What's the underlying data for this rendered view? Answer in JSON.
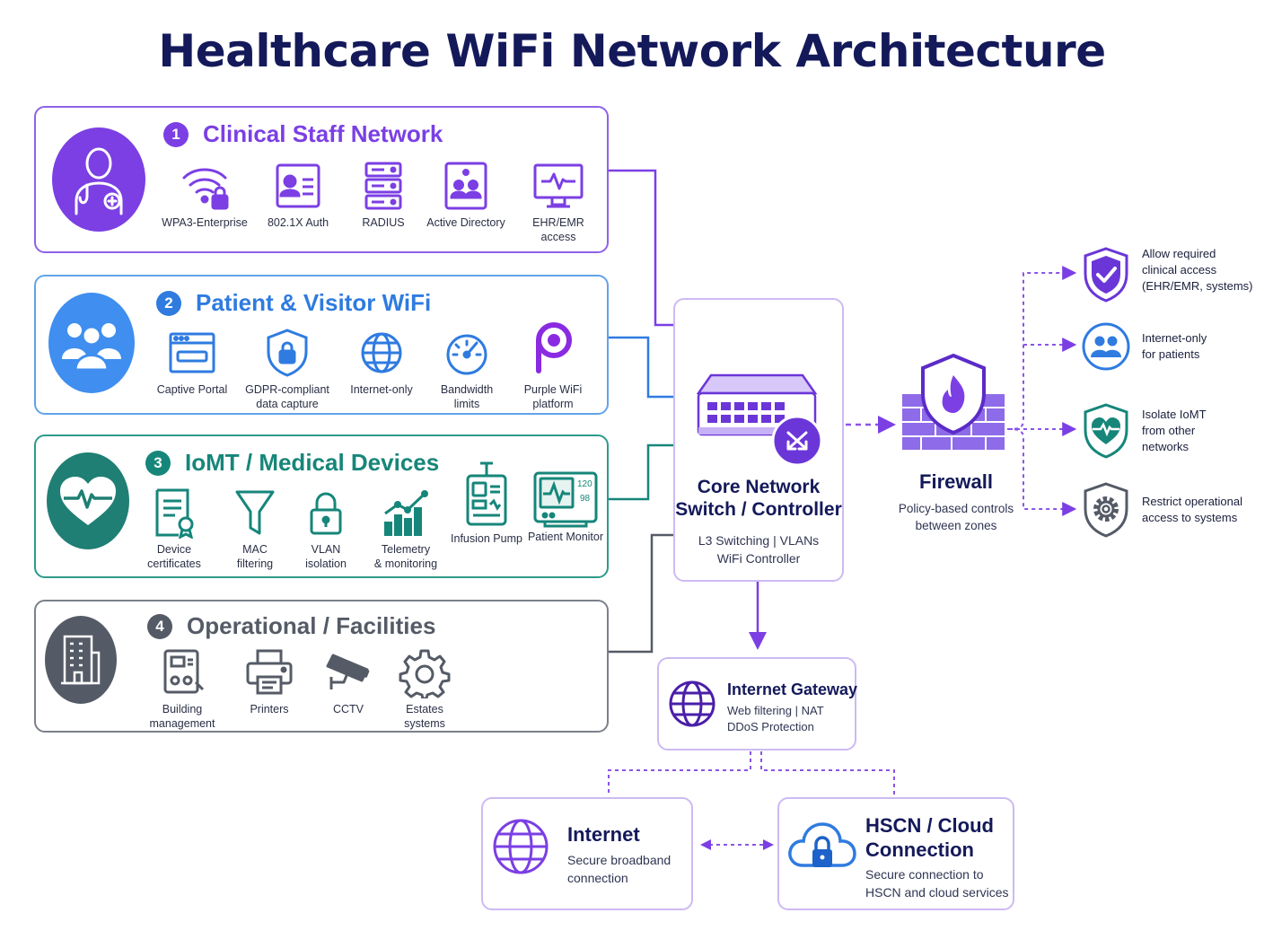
{
  "title": "Healthcare WiFi Network Architecture",
  "colors": {
    "purple": "#7b3fe4",
    "blue": "#2f7be0",
    "teal": "#16867a",
    "gray": "#555b66",
    "navy": "#14195a",
    "dashed_accent": "#8b53e8"
  },
  "zones": [
    {
      "number": "1",
      "title": "Clinical Staff Network",
      "avatar_icon": "doctor-icon",
      "features": [
        {
          "label": "WPA3-Enterprise",
          "icon": "wifi-lock-icon"
        },
        {
          "label": "802.1X Auth",
          "icon": "id-card-icon"
        },
        {
          "label": "RADIUS",
          "icon": "server-icon"
        },
        {
          "label": "Active Directory",
          "icon": "directory-icon"
        },
        {
          "label": "EHR/EMR\naccess",
          "icon": "monitor-pulse-icon"
        }
      ]
    },
    {
      "number": "2",
      "title": "Patient & Visitor WiFi",
      "avatar_icon": "people-icon",
      "features": [
        {
          "label": "Captive Portal",
          "icon": "browser-icon"
        },
        {
          "label": "GDPR-compliant\ndata capture",
          "icon": "shield-lock-icon"
        },
        {
          "label": "Internet-only",
          "icon": "globe-icon"
        },
        {
          "label": "Bandwidth\nlimits",
          "icon": "gauge-icon"
        },
        {
          "label": "Purple WiFi\nplatform",
          "icon": "purple-logo-icon"
        }
      ]
    },
    {
      "number": "3",
      "title": "IoMT / Medical Devices",
      "avatar_icon": "heart-pulse-icon",
      "features": [
        {
          "label": "Device\ncertificates",
          "icon": "certificate-icon"
        },
        {
          "label": "MAC\nfiltering",
          "icon": "filter-icon"
        },
        {
          "label": "VLAN\nisolation",
          "icon": "padlock-icon"
        },
        {
          "label": "Telemetry\n& monitoring",
          "icon": "bar-chart-icon"
        },
        {
          "label": "Infusion Pump",
          "icon": "infusion-pump-icon"
        },
        {
          "label": "Patient Monitor",
          "icon": "patient-monitor-icon",
          "readouts": [
            "120",
            "98"
          ]
        }
      ]
    },
    {
      "number": "4",
      "title": "Operational / Facilities",
      "avatar_icon": "building-icon",
      "features": [
        {
          "label": "Building\nmanagement",
          "icon": "control-panel-icon"
        },
        {
          "label": "Printers",
          "icon": "printer-icon"
        },
        {
          "label": "CCTV",
          "icon": "cctv-icon"
        },
        {
          "label": "Estates\nsystems",
          "icon": "gear-icon"
        }
      ]
    }
  ],
  "core": {
    "title": "Core Network\nSwitch / Controller",
    "subtitle": "L3 Switching  |  VLANs\nWiFi Controller"
  },
  "firewall": {
    "title": "Firewall",
    "subtitle": "Policy-based controls\nbetween zones"
  },
  "policies": [
    {
      "label": "Allow required\nclinical access\n(EHR/EMR, systems)",
      "icon": "shield-check-icon"
    },
    {
      "label": "Internet-only\nfor patients",
      "icon": "patients-icon"
    },
    {
      "label": "Isolate IoMT\nfrom other\nnetworks",
      "icon": "shield-heart-icon"
    },
    {
      "label": "Restrict operational\naccess to systems",
      "icon": "shield-gear-icon"
    }
  ],
  "gateway": {
    "title": "Internet Gateway",
    "subtitle": "Web filtering  |  NAT\nDDoS Protection"
  },
  "internet": {
    "title": "Internet",
    "subtitle": "Secure broadband\nconnection"
  },
  "hscn": {
    "title": "HSCN / Cloud\nConnection",
    "subtitle": "Secure connection to\nHSCN and cloud services"
  }
}
